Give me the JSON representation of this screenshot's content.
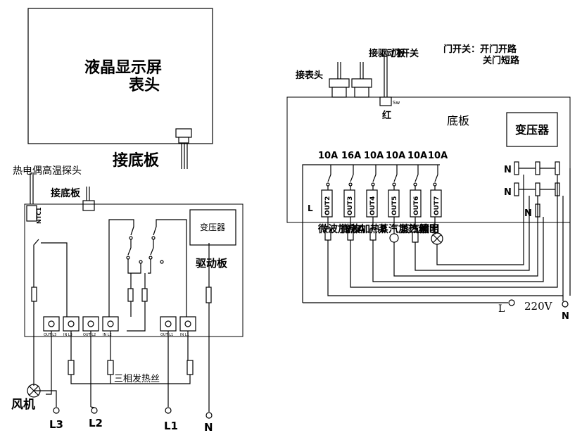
{
  "lcd": {
    "title_line1": "液晶显示屏",
    "title_line2": "表头",
    "connect_label": "接底板"
  },
  "left_board": {
    "thermo_label": "热电偶高温探头",
    "ntc_label": "NTC1",
    "connect_base_label": "接底板",
    "transformer_label": "变压器",
    "drive_board_label": "驱动板",
    "heater_label": "三相发热丝",
    "fan_label": "风机",
    "terminals": [
      "OUT L3",
      "IN L3",
      "OUT L2",
      "IN L2",
      "OUT L1",
      "IN L1"
    ],
    "supply": [
      "L3",
      "L2",
      "L1",
      "N"
    ]
  },
  "right_board": {
    "connect_meter_label": "接表头",
    "connect_drive_label": "接驱动板",
    "door_switch_label": "门开关",
    "door_note_line1": "门开关：开门开路",
    "door_note_line2": "关门短路",
    "sw_label": "Sw",
    "red_label": "红",
    "base_label": "底板",
    "transformer_label": "变压器",
    "ratings": [
      "10A",
      "16A",
      "10A",
      "10A",
      "10A",
      "10A"
    ],
    "outputs": [
      "OUT2",
      "OUT3",
      "OUT4",
      "OUT5",
      "OUT6",
      "OUT7"
    ],
    "l_label": "L",
    "n_label": "N",
    "loads": [
      {
        "label": "微波加热A"
      },
      {
        "label": "微波加热B"
      },
      {
        "label": "蒸汽加热丝"
      },
      {
        "label": "蒸汽输出"
      },
      {
        "label": "照明"
      }
    ],
    "supply_l": "L",
    "supply_voltage": "220V",
    "supply_n": "N"
  }
}
